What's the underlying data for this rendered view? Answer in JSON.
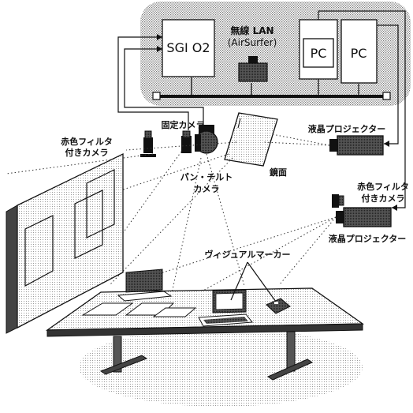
{
  "computers": {
    "sgi": "SGI O2",
    "pc_left": "PC",
    "pc_right": "PC",
    "wireless_line1": "無線 LAN",
    "wireless_line2": "(AirSurfer)"
  },
  "devices": {
    "red_filter_camera_left_l1": "赤色フィルタ",
    "red_filter_camera_left_l2": "付きカメラ",
    "fixed_camera": "固定カメラ",
    "pan_tilt_l1": "パン・チルト",
    "pan_tilt_l2": "カメラ",
    "mirror": "鏡面",
    "projector_top": "液晶プロジェクター",
    "red_filter_camera_right_l1": "赤色フィルタ",
    "red_filter_camera_right_l2": "付きカメラ",
    "projector_bottom": "液晶プロジェクター",
    "visual_marker": "ヴィジュアルマーカー"
  },
  "colors": {
    "stipple": "#9a9a9a",
    "outline": "#111111",
    "dark": "#333333"
  }
}
